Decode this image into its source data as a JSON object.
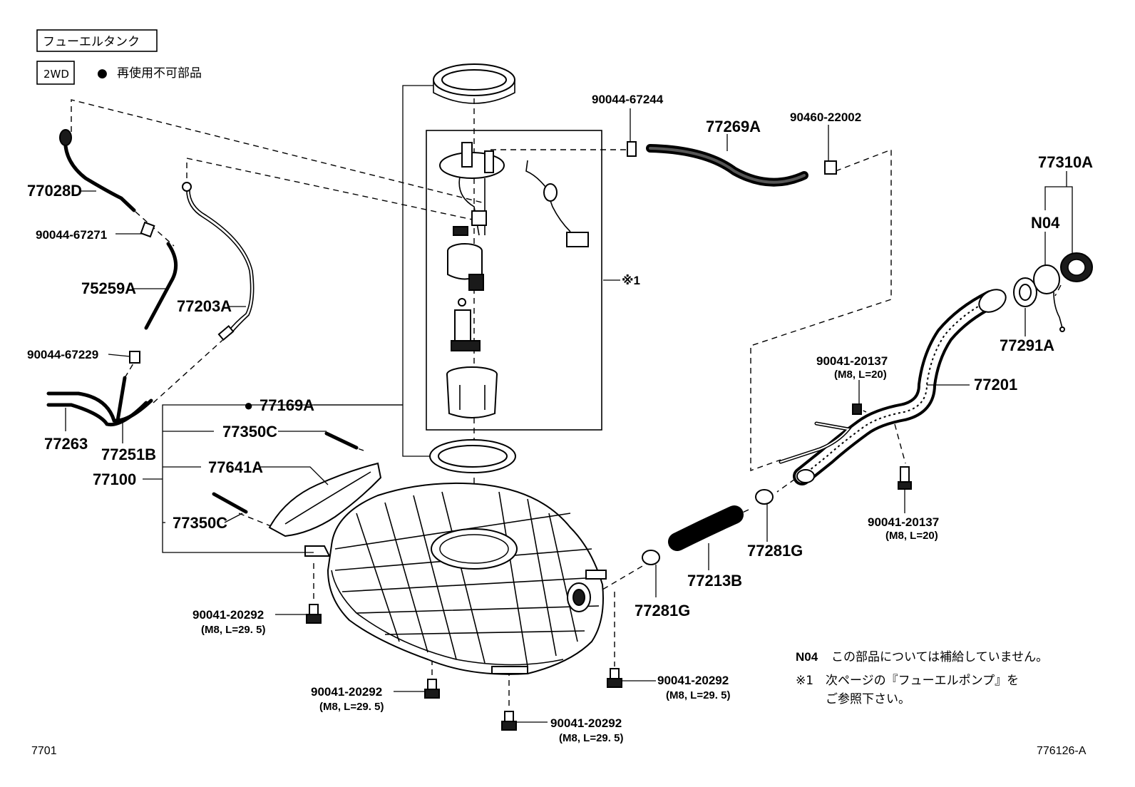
{
  "header": {
    "title": "フューエルタンク",
    "badge": "2WD",
    "legend_symbol": "●",
    "legend_text": "再使用不可部品"
  },
  "parts": {
    "p77028D": "77028D",
    "p90044_67271": "90044-67271",
    "p75259A": "75259A",
    "p77203A": "77203A",
    "p90044_67229": "90044-67229",
    "p77263": "77263",
    "p77251B": "77251B",
    "p77100": "77100",
    "p77169A": "77169A",
    "p77169A_marker": "●",
    "p77350C_top": "77350C",
    "p77641A": "77641A",
    "p77350C_bottom": "77350C",
    "p90044_67244": "90044-67244",
    "p77269A": "77269A",
    "p90460_22002": "90460-22002",
    "p77310A": "77310A",
    "pN04": "N04",
    "p77291A": "77291A",
    "p90041_20137_top": "90041-20137",
    "p90041_20137_top_spec": "(M8, L=20)",
    "p77201": "77201",
    "p90041_20137_bottom": "90041-20137",
    "p90041_20137_bottom_spec": "(M8, L=20)",
    "p77281G_right": "77281G",
    "p77213B": "77213B",
    "p77281G_left": "77281G",
    "ref1": "※1",
    "p90041_20292_a": "90041-20292",
    "p90041_20292_a_spec": "(M8, L=29. 5)",
    "p90041_20292_b": "90041-20292",
    "p90041_20292_b_spec": "(M8, L=29. 5)",
    "p90041_20292_c": "90041-20292",
    "p90041_20292_c_spec": "(M8, L=29. 5)",
    "p90041_20292_d": "90041-20292",
    "p90041_20292_d_spec": "(M8, L=29. 5)"
  },
  "notes": {
    "n04_key": "N04",
    "n04_text": "この部品については補給していません。",
    "ref_key": "※1",
    "ref_text_line1": "次ページの『フューエルポンプ』を",
    "ref_text_line2": "ご参照下さい。"
  },
  "footer": {
    "left_code": "7701",
    "right_code": "776126-A"
  }
}
